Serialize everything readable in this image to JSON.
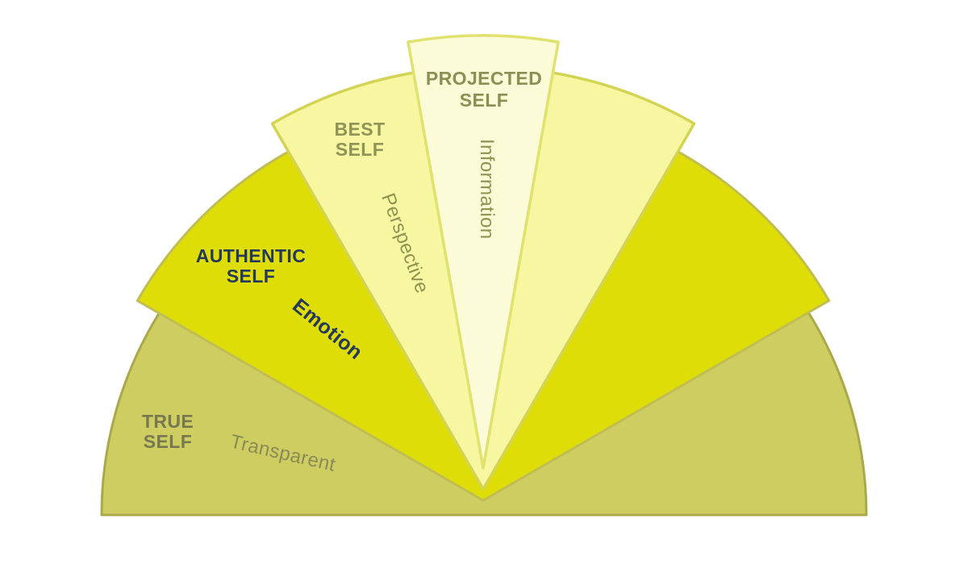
{
  "diagram": {
    "background": "#ffffff",
    "layers": [
      {
        "id": "true-self",
        "title_line1": "TRUE",
        "title_line2": "SELF",
        "sublabel": "Transparent",
        "fill": "#cecd62",
        "stroke": "#a9a94b",
        "title_color": "#77784f",
        "sublabel_color": "#8a8b58"
      },
      {
        "id": "authentic-self",
        "title_line1": "AUTHENTIC",
        "title_line2": "SELF",
        "sublabel": "Emotion",
        "fill": "#dfdd08",
        "stroke": "#c0be52",
        "title_color": "#25395a",
        "sublabel_color": "#25395a"
      },
      {
        "id": "best-self",
        "title_line1": "BEST",
        "title_line2": "SELF",
        "sublabel": "Perspective",
        "fill": "#f7f7a2",
        "stroke": "#d3d455",
        "title_color": "#8f9355",
        "sublabel_color": "#8f9350"
      },
      {
        "id": "projected-self",
        "title_line1": "PROJECTED",
        "title_line2": "SELF",
        "sublabel": "Information",
        "fill": "#fbfbd7",
        "stroke": "#dfe26e",
        "title_color": "#8b8f51",
        "sublabel_color": "#8f944f"
      }
    ]
  }
}
